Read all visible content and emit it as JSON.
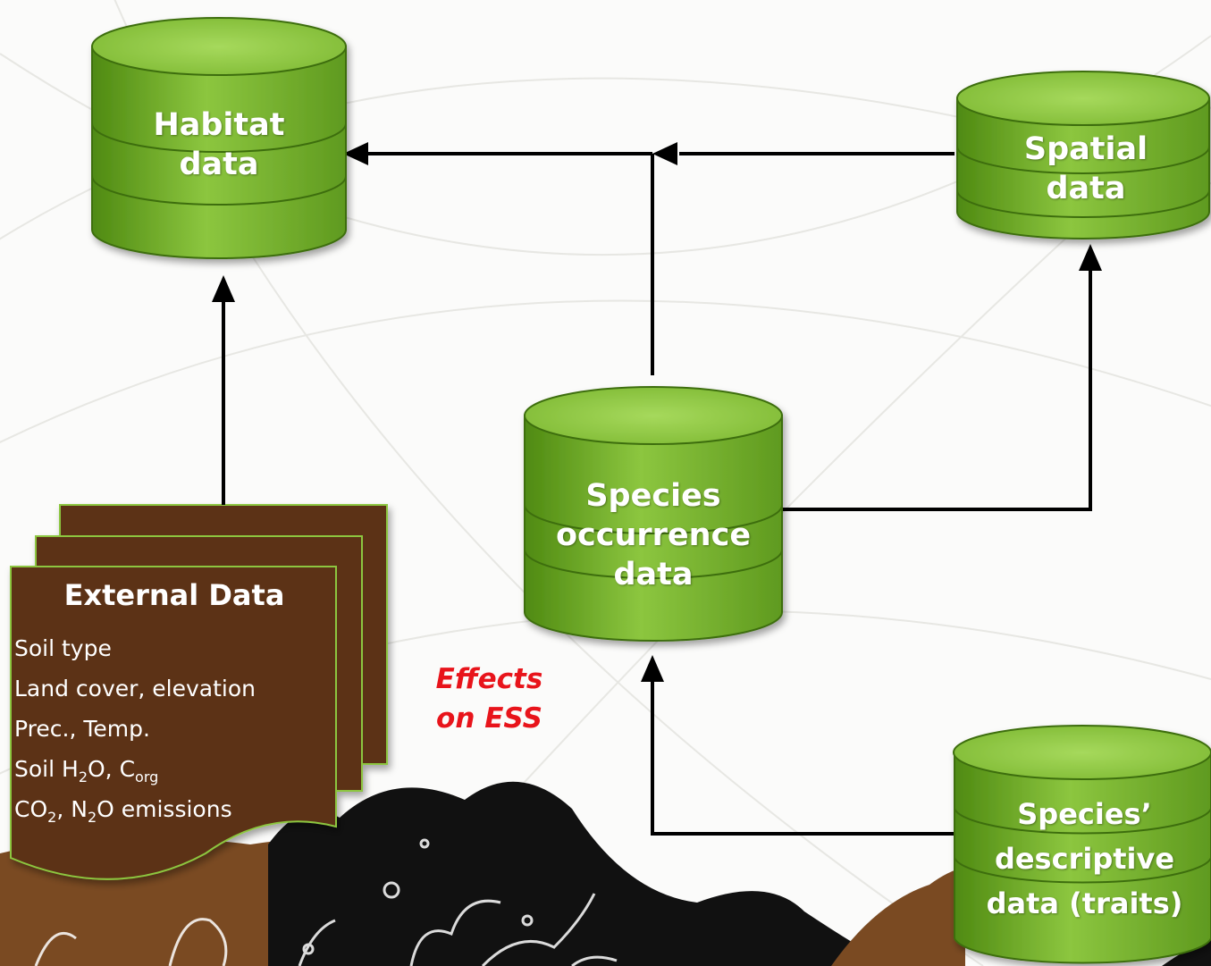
{
  "colors": {
    "cylinder_green": "#8cc63f",
    "cylinder_dark": "#4f8a12",
    "document_brown": "#5b3214",
    "document_border": "#8cc63f",
    "arrow": "#000000",
    "effects_text": "#e8141b",
    "soil_brown": "#7a4a22",
    "soil_black": "#111111"
  },
  "databases": {
    "habitat": {
      "line1": "Habitat",
      "line2": "data"
    },
    "spatial": {
      "line1": "Spatial",
      "line2": "data"
    },
    "occurrence": {
      "line1": "Species",
      "line2": "occurrence",
      "line3": "data"
    },
    "descriptive": {
      "line1": "Species’",
      "line2": "descriptive",
      "line3": "data (traits)"
    }
  },
  "external": {
    "title": "External Data",
    "soil_type": "Soil type",
    "land_cover": "Land cover, elevation",
    "prec_temp": "Prec., Temp.",
    "soil_prefix": "Soil H",
    "soil_sub1": "2",
    "soil_mid": "O, C",
    "soil_sub2": "org",
    "emis_co": "CO",
    "emis_sub1": "2",
    "emis_mid": ", N",
    "emis_sub2": "2",
    "emis_tail": "O emissions"
  },
  "effects": {
    "line1": "Effects",
    "line2": "on ESS"
  },
  "icons": [
    "database-icon",
    "document-stack-icon",
    "arrow-icon",
    "soil-organisms-icon"
  ]
}
